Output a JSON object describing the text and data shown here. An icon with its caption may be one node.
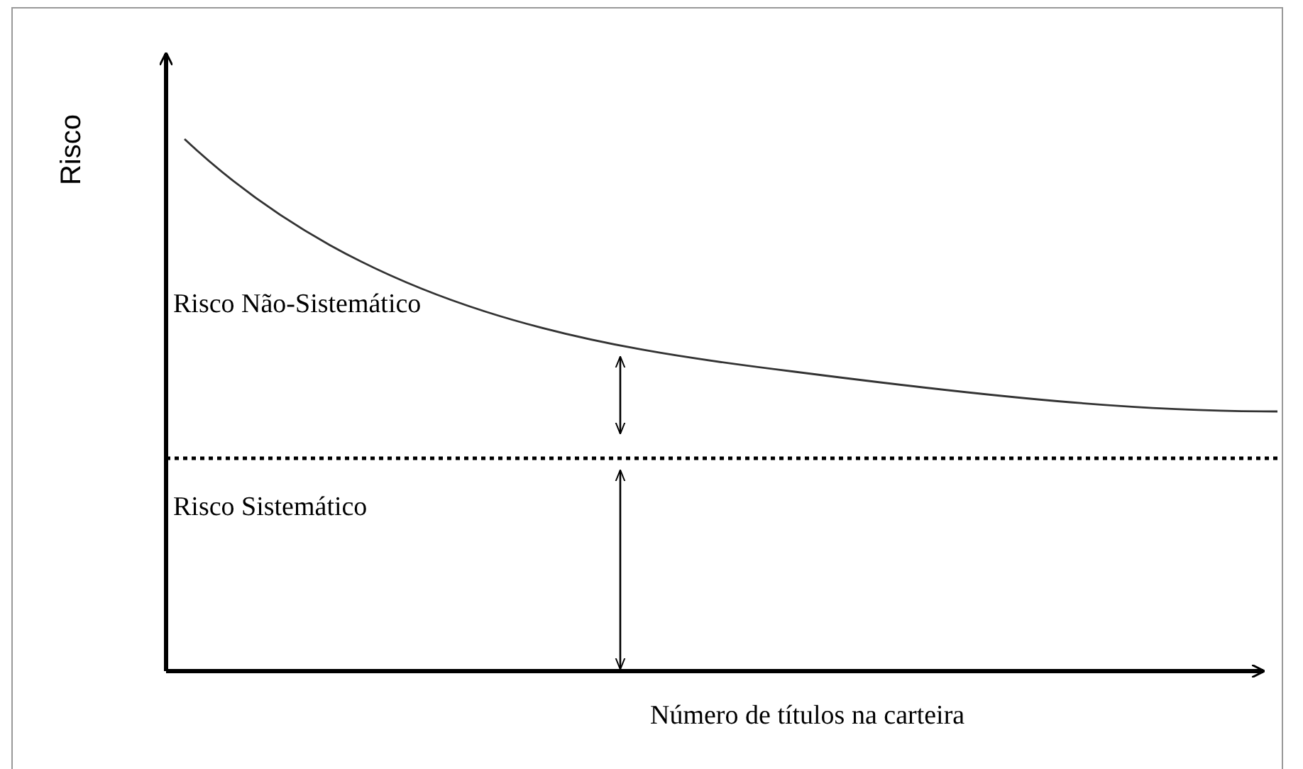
{
  "diagram": {
    "labels": [
      "Risco",
      "Risco Não-Sistemático",
      "Risco Sistemático",
      "Número de títulos na carteira"
    ]
  }
}
